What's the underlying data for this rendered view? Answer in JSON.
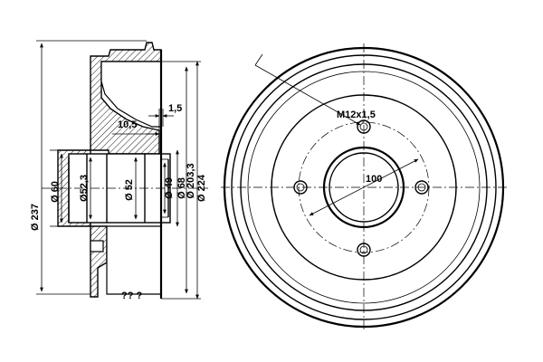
{
  "drawing": {
    "side_view": {
      "dimensions": {
        "d237": "Ø 237",
        "d60": "Ø 60",
        "d52_3": "Ø52,3",
        "d52": "Ø 52",
        "d49": "Ø 49",
        "d68": "Ø 68",
        "d203_3": "Ø 203,3",
        "d224": "Ø 224",
        "w10_5": "10,5",
        "w1_5": "1,5",
        "bottom_partial": "?? ?"
      }
    },
    "front_view": {
      "thread_label": "M12x1,5",
      "pcd_label": "100"
    }
  }
}
